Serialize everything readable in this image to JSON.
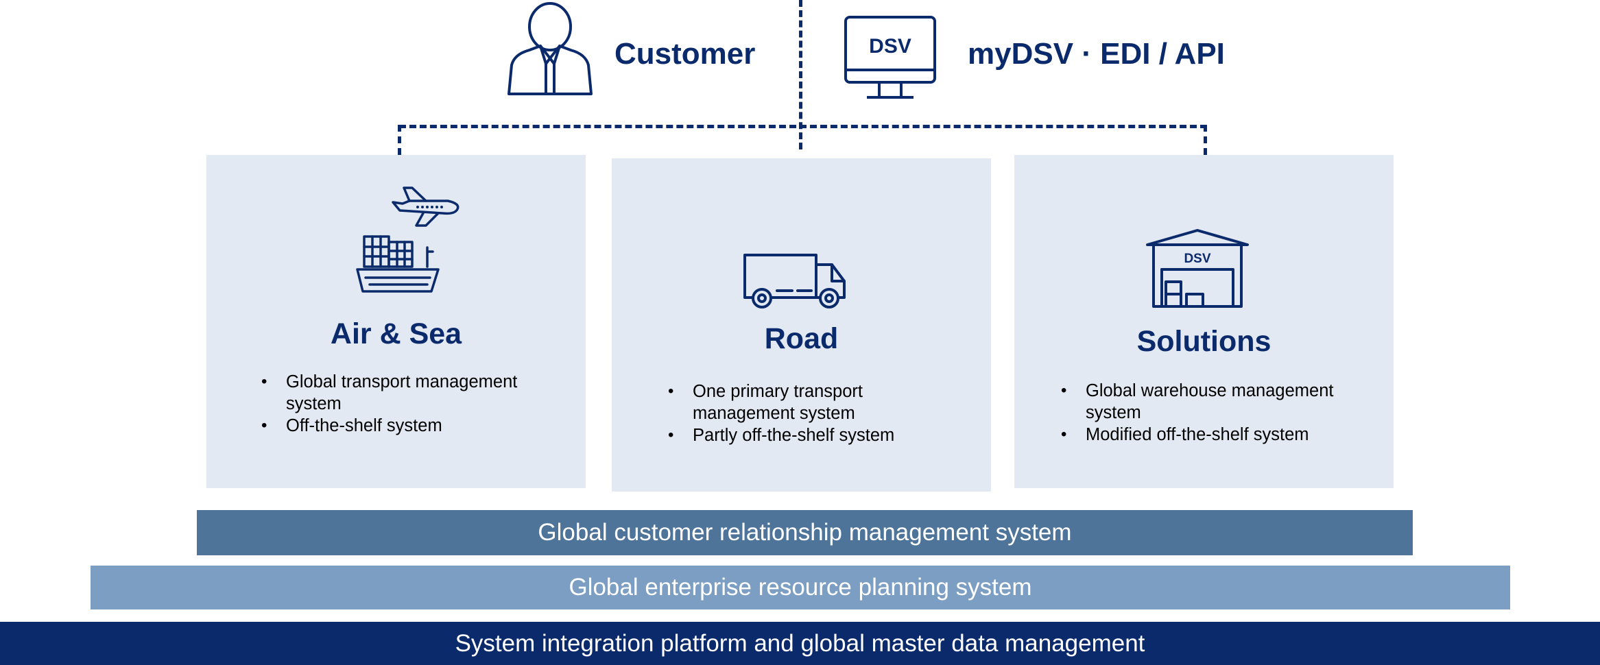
{
  "header": {
    "customer_label": "Customer",
    "channel_label": "myDSV · EDI / API",
    "monitor_brand": "DSV"
  },
  "cards": [
    {
      "title": "Air & Sea",
      "icon": "airplane-and-ship-icon",
      "bullets": [
        "Global transport management system",
        "Off-the-shelf system"
      ]
    },
    {
      "title": "Road",
      "icon": "truck-icon",
      "bullets": [
        "One primary transport management system",
        "Partly off-the-shelf system"
      ]
    },
    {
      "title": "Solutions",
      "icon": "warehouse-icon",
      "warehouse_brand": "DSV",
      "bullets": [
        "Global warehouse management system",
        "Modified off-the-shelf system"
      ]
    }
  ],
  "layers": [
    {
      "label": "Global customer relationship management system",
      "color": "#4f7499"
    },
    {
      "label": "Global enterprise resource planning system",
      "color": "#7b9ec2"
    },
    {
      "label": "System integration platform and global master data management",
      "color": "#0b2a6b"
    }
  ],
  "colors": {
    "navy": "#0b2a6b",
    "card_bg": "#e3e9f2"
  }
}
